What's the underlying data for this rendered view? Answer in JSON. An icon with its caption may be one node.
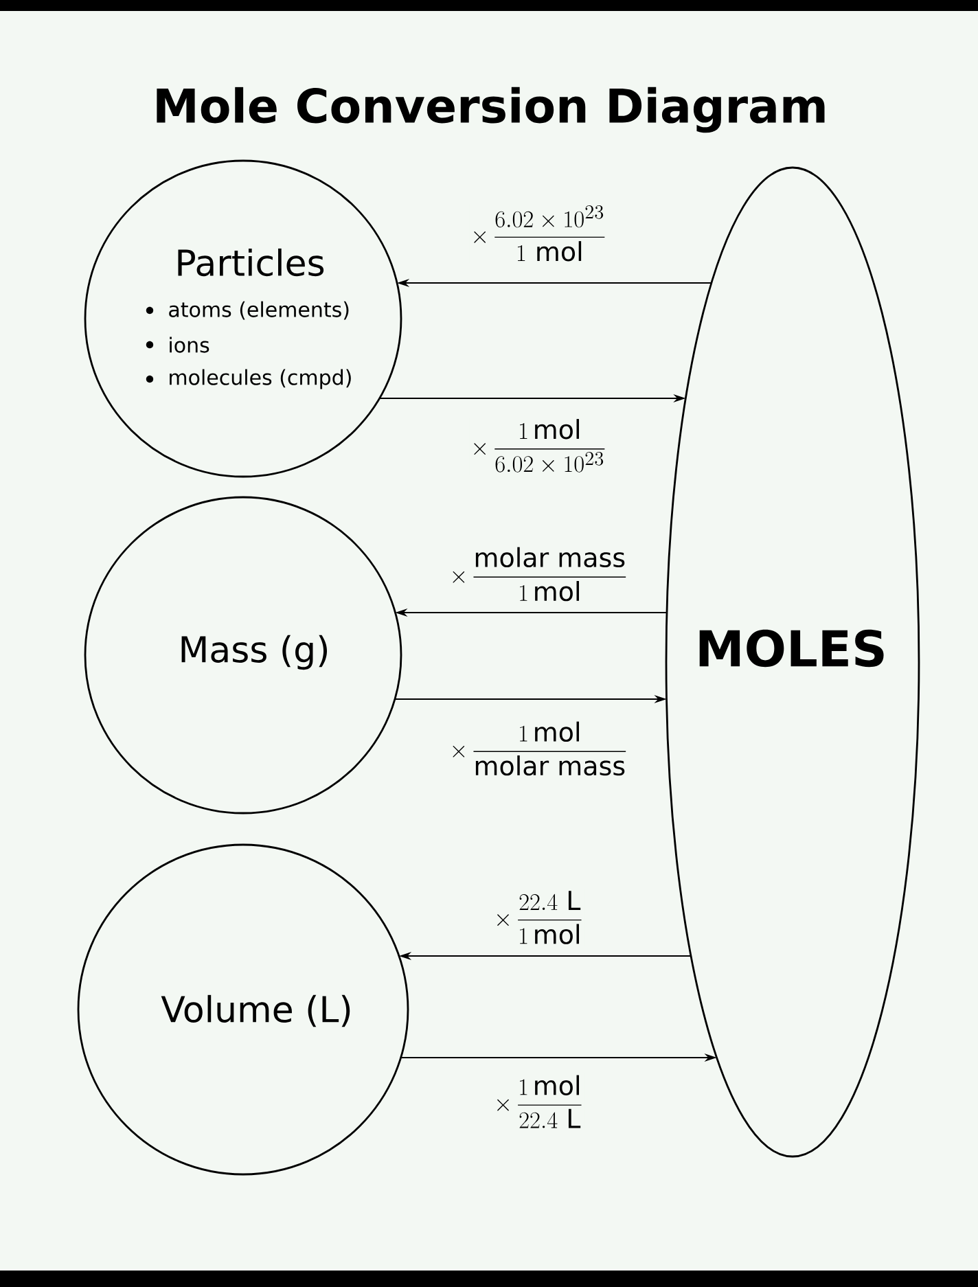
{
  "diagram": {
    "title": "Mole Conversion Diagram",
    "nodes": [
      {
        "text": [
          "Particles",
          "atoms (elements)",
          "ions",
          "molecules (cmpd)"
        ]
      },
      {
        "text": [
          "Mass (g)"
        ]
      },
      {
        "text": [
          "Volume (L)"
        ]
      },
      {
        "text": [
          "MOLES"
        ]
      }
    ],
    "edges": [
      {
        "from": 3,
        "to": 0,
        "arrow": "to",
        "label": "\\times\\,\\frac{6.02\\times10^{23}}{1\\ \\mathrm{mol}}"
      },
      {
        "from": 0,
        "to": 3,
        "arrow": "to",
        "label": "\\times\\,\\frac{1\\,\\mathrm{mol}}{6.02\\times10^{23}}"
      },
      {
        "from": 3,
        "to": 1,
        "arrow": "to",
        "label": "\\times\\,\\frac{\\mathrm{molar\\ mass}}{1\\,\\mathrm{mol}}"
      },
      {
        "from": 1,
        "to": 3,
        "arrow": "to",
        "label": "\\times\\,\\frac{1\\,\\mathrm{mol}}{\\mathrm{molar\\ mass}}"
      },
      {
        "from": 3,
        "to": 2,
        "arrow": "to",
        "label": "\\times\\,\\frac{22.4\\ \\mathrm{L}}{1\\,\\mathrm{mol}}"
      },
      {
        "from": 2,
        "to": 3,
        "arrow": "to",
        "label": "\\times\\,\\frac{1\\,\\mathrm{mol}}{22.4\\ \\mathrm{L}}"
      }
    ]
  }
}
